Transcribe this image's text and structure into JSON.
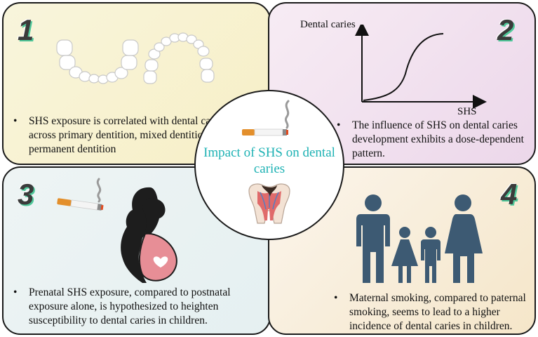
{
  "panels": [
    {
      "number": "1",
      "text": "SHS exposure is correlated with dental caries across primary dentition, mixed dentition, and permanent dentition"
    },
    {
      "number": "2",
      "text": "The influence of SHS on dental caries development exhibits a dose-dependent pattern."
    },
    {
      "number": "3",
      "text": "Prenatal SHS exposure, compared to postnatal exposure alone, is hypothesized to heighten susceptibility to dental caries in children."
    },
    {
      "number": "4",
      "text": "Maternal smoking, compared to paternal smoking, seems to lead to a higher incidence of dental caries in children."
    }
  ],
  "center": {
    "title": "Impact of SHS on dental caries"
  },
  "graph": {
    "y_label": "Dental caries",
    "x_label": "SHS",
    "curve": "sigmoid"
  },
  "bullet_symbol": "•",
  "colors": {
    "number_shadow": "#4fc99a",
    "center_title": "#1eb2b4",
    "family_figures": "#3d5a73",
    "pregnant_body": "#e78e96"
  },
  "icons": [
    "teeth-arch-icon",
    "cigarette-icon",
    "decayed-tooth-icon",
    "pregnant-woman-icon",
    "family-icon"
  ]
}
